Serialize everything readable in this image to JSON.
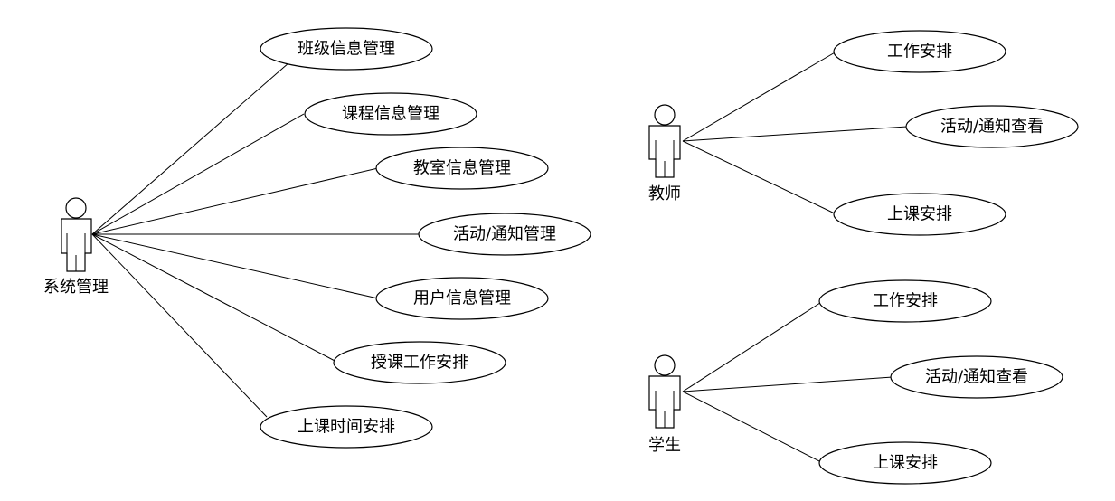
{
  "actors": {
    "admin": {
      "label": "系统管理",
      "use_cases": [
        "班级信息管理",
        "课程信息管理",
        "教室信息管理",
        "活动/通知管理",
        "用户信息管理",
        "授课工作安排",
        "上课时间安排"
      ]
    },
    "teacher": {
      "label": "教师",
      "use_cases": [
        "工作安排",
        "活动/通知查看",
        "上课安排"
      ]
    },
    "student": {
      "label": "学生",
      "use_cases": [
        "工作安排",
        "活动/通知查看",
        "上课安排"
      ]
    }
  }
}
